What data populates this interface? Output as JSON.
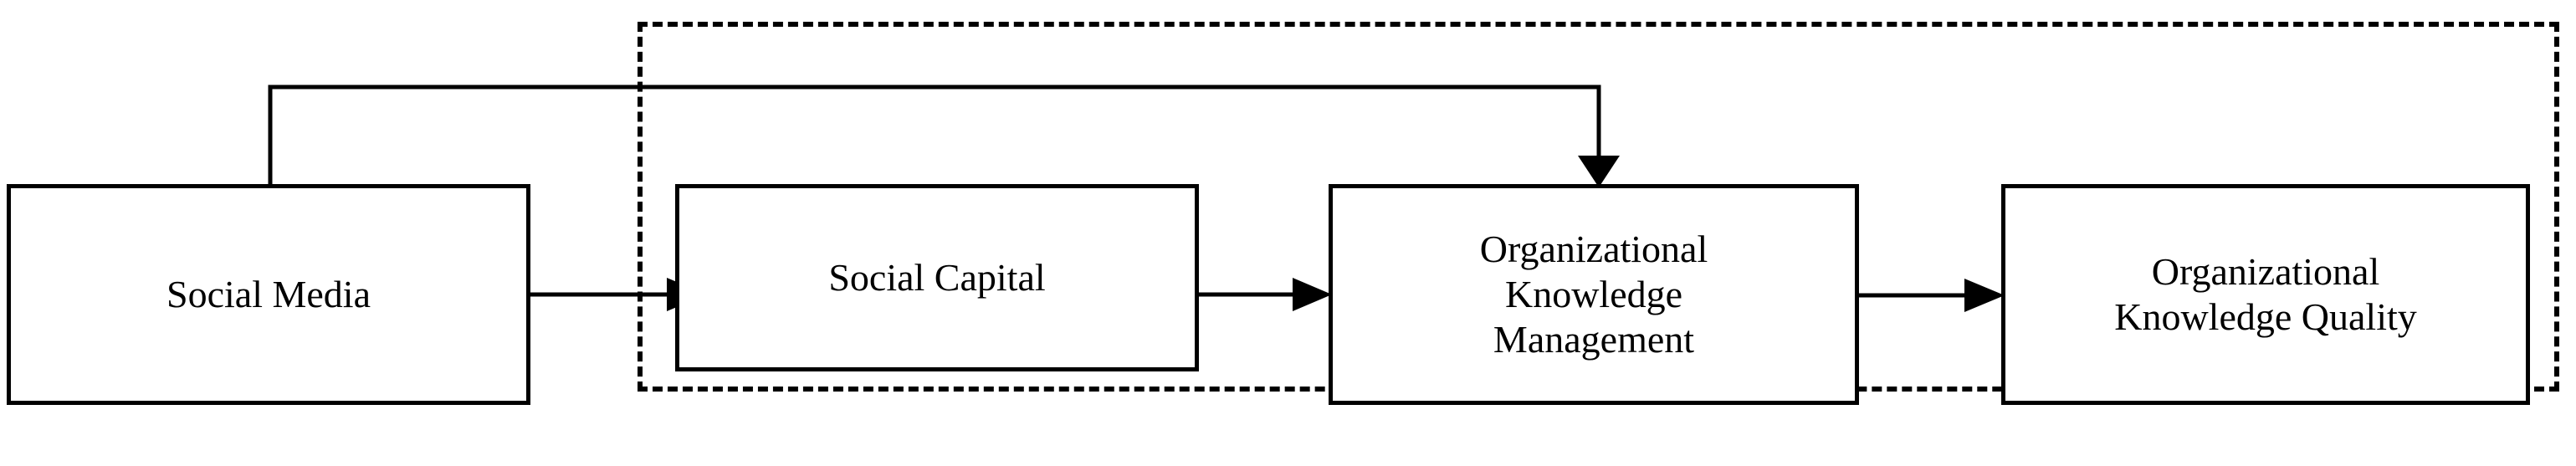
{
  "diagram": {
    "title": "Research model linking Social Media, Social Capital, Organizational Knowledge Management and Organizational Knowledge Quality",
    "background_color": "#ffffff",
    "line_color": "#000000",
    "nodes": [
      {
        "id": "social-media",
        "label": "Social Media",
        "shape": "rectangle",
        "border_style": "solid",
        "inside_dashed_group": false
      },
      {
        "id": "social-capital",
        "label": "Social Capital",
        "shape": "rectangle",
        "border_style": "solid",
        "inside_dashed_group": true
      },
      {
        "id": "organizational-knowledge-management",
        "label": "Organizational\nKnowledge\nManagement",
        "shape": "rectangle",
        "border_style": "solid",
        "inside_dashed_group": true
      },
      {
        "id": "organizational-knowledge-quality",
        "label": "Organizational\nKnowledge Quality",
        "shape": "rectangle",
        "border_style": "solid",
        "inside_dashed_group": true
      }
    ],
    "group": {
      "id": "dashed-boundary",
      "label": "",
      "border_style": "dashed",
      "border_color": "#000000"
    },
    "edges": [
      {
        "id": "social-media-to-social-capital",
        "from": "social-media",
        "to": "social-capital",
        "label": "",
        "routing": "straight-horizontal",
        "arrowhead": "filled-triangle-right"
      },
      {
        "id": "social-capital-to-okm",
        "from": "social-capital",
        "to": "organizational-knowledge-management",
        "label": "",
        "routing": "straight-horizontal",
        "arrowhead": "filled-triangle-right"
      },
      {
        "id": "okm-to-okq",
        "from": "organizational-knowledge-management",
        "to": "organizational-knowledge-quality",
        "label": "",
        "routing": "straight-horizontal",
        "arrowhead": "filled-triangle-right"
      },
      {
        "id": "social-media-to-okm-direct",
        "from": "social-media",
        "to": "organizational-knowledge-management",
        "label": "",
        "routing": "elbow-over-top",
        "arrowhead": "filled-triangle-down"
      }
    ]
  }
}
